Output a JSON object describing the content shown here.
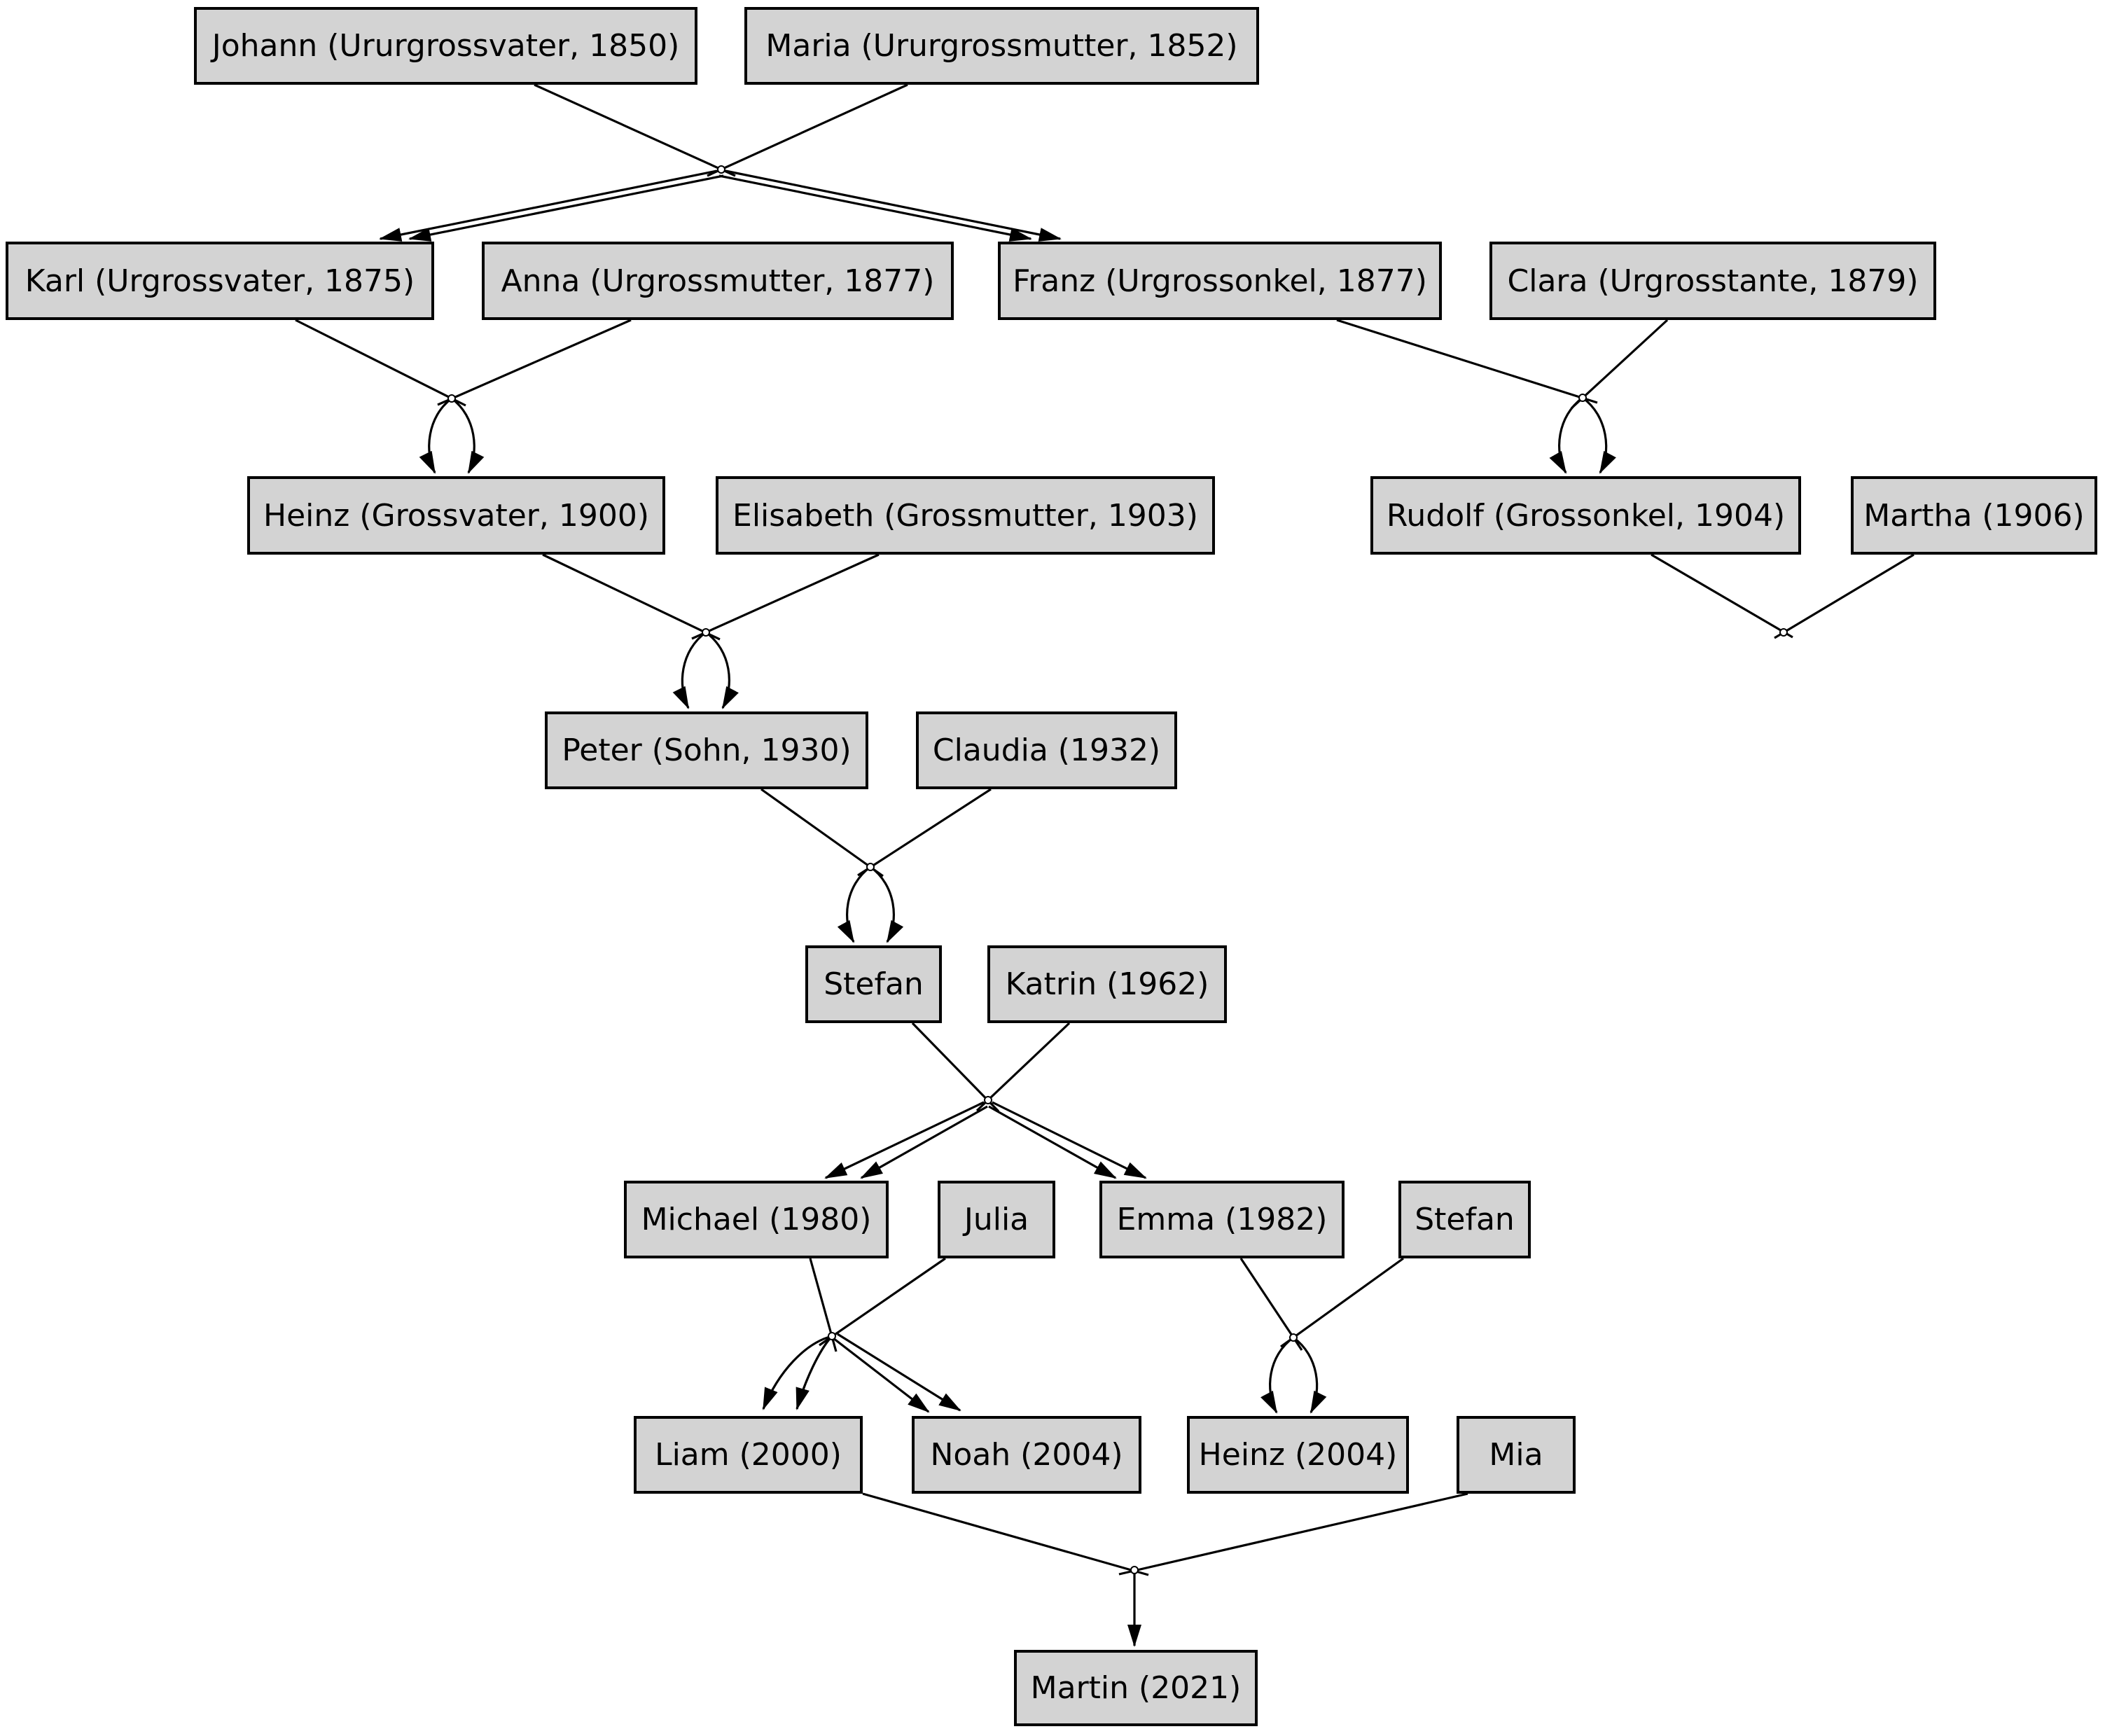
{
  "diagram": {
    "type": "family-tree-graph",
    "background_color": "#ffffff",
    "node_fill_color": "#d3d3d3",
    "node_border_color": "#000000",
    "edge_color": "#000000"
  },
  "nodes": {
    "johann": {
      "label": "Johann (Ururgrossvater, 1850)"
    },
    "maria": {
      "label": "Maria (Ururgrossmutter, 1852)"
    },
    "karl": {
      "label": "Karl (Urgrossvater, 1875)"
    },
    "anna": {
      "label": "Anna (Urgrossmutter, 1877)"
    },
    "franz": {
      "label": "Franz (Urgrossonkel, 1877)"
    },
    "clara": {
      "label": "Clara (Urgrosstante, 1879)"
    },
    "heinz": {
      "label": "Heinz (Grossvater, 1900)"
    },
    "elisabeth": {
      "label": "Elisabeth (Grossmutter, 1903)"
    },
    "rudolf": {
      "label": "Rudolf (Grossonkel, 1904)"
    },
    "martha": {
      "label": "Martha (1906)"
    },
    "peter": {
      "label": "Peter (Sohn, 1930)"
    },
    "claudia": {
      "label": "Claudia (1932)"
    },
    "stefan_sr": {
      "label": "Stefan"
    },
    "katrin": {
      "label": "Katrin (1962)"
    },
    "michael": {
      "label": "Michael (1980)"
    },
    "julia": {
      "label": "Julia"
    },
    "emma": {
      "label": "Emma (1982)"
    },
    "stefan_jr": {
      "label": "Stefan"
    },
    "liam": {
      "label": "Liam (2000)"
    },
    "noah": {
      "label": "Noah (2004)"
    },
    "heinz_jr": {
      "label": "Heinz (2004)"
    },
    "mia": {
      "label": "Mia"
    },
    "martin": {
      "label": "Martin (2021)"
    }
  },
  "unions": [
    {
      "parents": [
        "johann",
        "maria"
      ],
      "children": [
        "karl",
        "franz"
      ]
    },
    {
      "parents": [
        "karl",
        "anna"
      ],
      "children": [
        "heinz"
      ]
    },
    {
      "parents": [
        "franz",
        "clara"
      ],
      "children": [
        "rudolf"
      ]
    },
    {
      "parents": [
        "heinz",
        "elisabeth"
      ],
      "children": [
        "peter"
      ]
    },
    {
      "parents": [
        "rudolf",
        "martha"
      ],
      "children": []
    },
    {
      "parents": [
        "peter",
        "claudia"
      ],
      "children": [
        "stefan_sr"
      ]
    },
    {
      "parents": [
        "stefan_sr",
        "katrin"
      ],
      "children": [
        "michael",
        "emma"
      ]
    },
    {
      "parents": [
        "michael",
        "julia"
      ],
      "children": [
        "liam",
        "noah"
      ]
    },
    {
      "parents": [
        "emma",
        "stefan_jr"
      ],
      "children": [
        "heinz_jr"
      ]
    },
    {
      "parents": [
        "liam",
        "mia"
      ],
      "children": [
        "martin"
      ]
    }
  ]
}
